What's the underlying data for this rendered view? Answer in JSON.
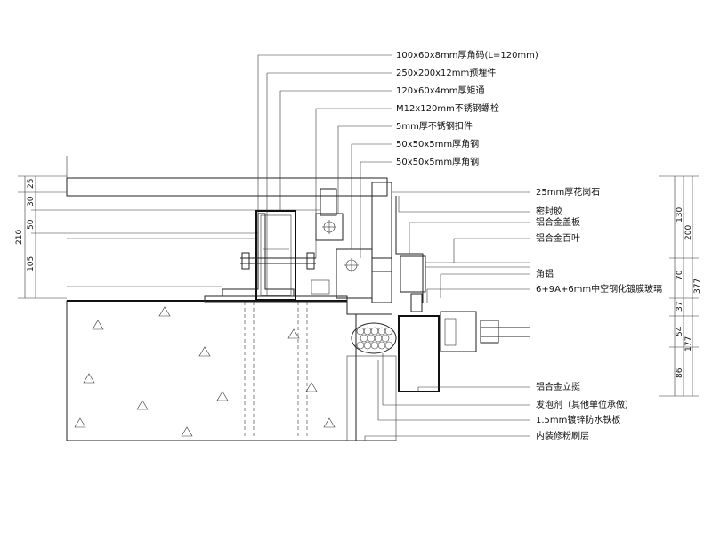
{
  "labels_top": [
    "100x60x8mm厚角码(L=120mm)",
    "250x200x12mm预埋件",
    "120x60x4mm厚矩通",
    "M12x120mm不锈钢螺栓",
    "5mm厚不锈钢扣件",
    "50x50x5mm厚角钢",
    "50x50x5mm厚角钢"
  ],
  "labels_right": [
    "25mm厚花岗石",
    "密封胶",
    "铝合金盖板",
    "铝合金百叶",
    "角铝",
    "6+9A+6mm中空钢化镀膜玻璃",
    "铝合金立挺",
    "发泡剂（其他单位承做）",
    "1.5mm镀锌防水铁板",
    "内装修粉刷层"
  ],
  "dims_left": [
    "25",
    "30",
    "50",
    "105",
    "210"
  ],
  "dims_right": [
    "130",
    "200",
    "70",
    "377",
    "37",
    "54",
    "177",
    "86"
  ]
}
